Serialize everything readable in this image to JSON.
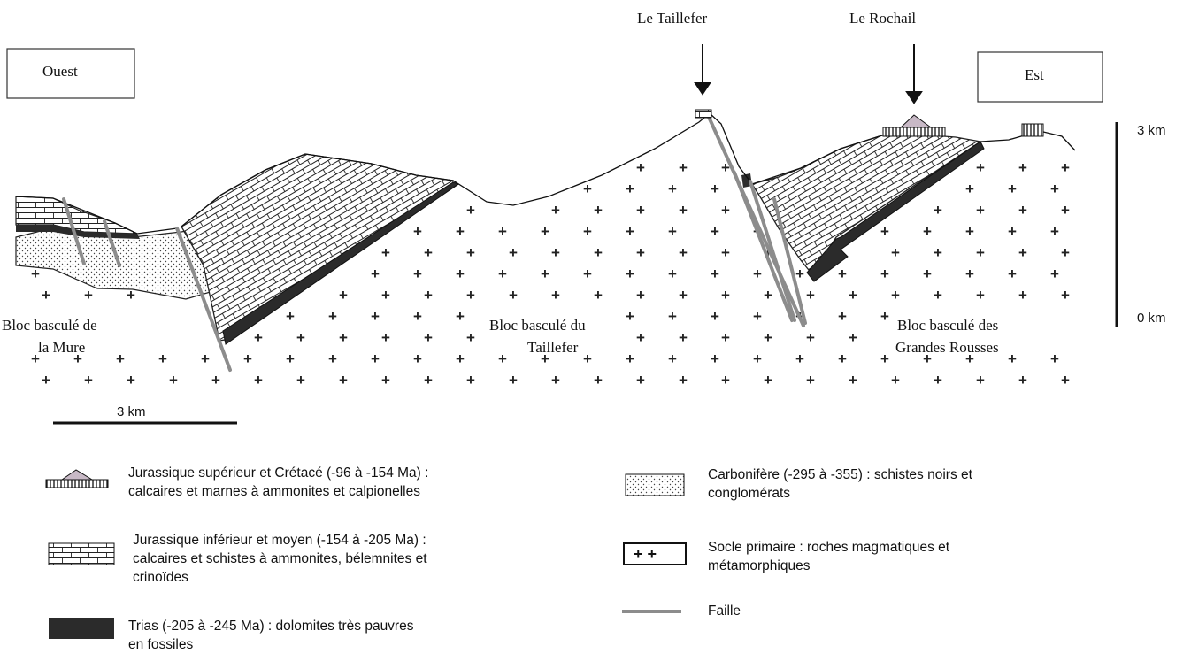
{
  "labels": {
    "west": "Ouest",
    "east": "Est",
    "peak_taillefer": "Le Taillefer",
    "peak_rochail": "Le Rochail",
    "block_mure_line1": "Bloc basculé de",
    "block_mure_line2": "la Mure",
    "block_taillefer_line1": "Bloc basculé du",
    "block_taillefer_line2": "Taillefer",
    "block_rousses_line1": "Bloc basculé des",
    "block_rousses_line2": "Grandes Rousses",
    "scale_top": "3 km",
    "scale_bottom": "0 km",
    "scale_horizontal": "3 km"
  },
  "legend": {
    "jurassique_sup": "Jurassique supérieur et Crétacé (-96 à -154 Ma) :",
    "jurassique_sup_2": "calcaires et marnes à ammonites et calpionelles",
    "jurassique_inf": "Jurassique inférieur et moyen (-154 à -205 Ma) :",
    "jurassique_inf_2": "calcaires et schistes à ammonites, bélemnites et",
    "jurassique_inf_3": "crinoïdes",
    "trias": "Trias (-205 à -245 Ma) : dolomites très pauvres",
    "trias_2": "en fossiles",
    "carbonifere": "Carbonifère (-295 à -355) : schistes noirs et",
    "carbonifere_2": "conglomérats",
    "socle": "Socle primaire : roches magmatiques et",
    "socle_2": "métamorphiques",
    "faille": "Faille"
  },
  "colors": {
    "outline": "#111111",
    "fault": "#8c8c8c",
    "trias": "#2b2b2b",
    "jurassique_sup_fill": "#c8b9c6"
  }
}
